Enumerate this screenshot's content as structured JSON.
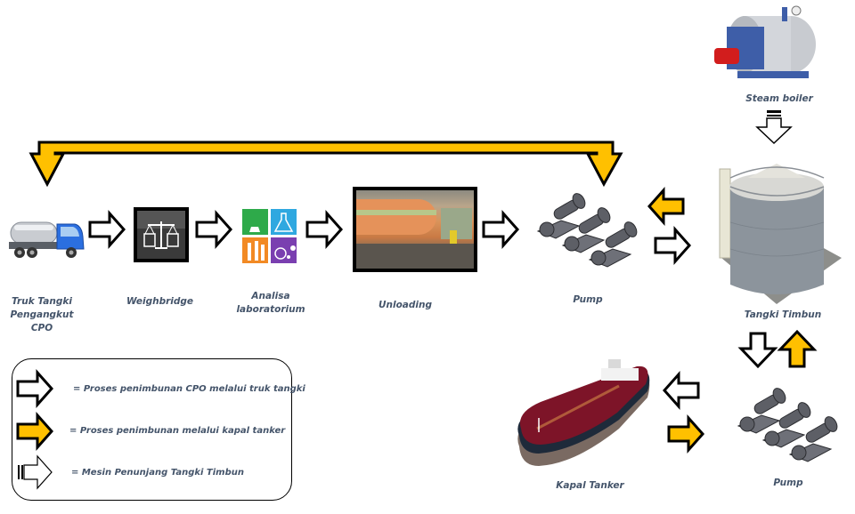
{
  "diagram": {
    "colors": {
      "label_text": "#44546a",
      "tanker_flow_arrow": "#ffc000",
      "arrow_outline": "#000000",
      "truck_flow_arrow": "#ffffff"
    },
    "nodes": [
      {
        "id": "truck",
        "label": "Truk Tangki Pengangkut CPO",
        "label_lines": [
          "Truk Tangki",
          "Pengangkut",
          "CPO"
        ],
        "icon": "tank-truck-icon"
      },
      {
        "id": "weighbridge",
        "label": "Weighbridge",
        "icon": "weighbridge-scale-icon"
      },
      {
        "id": "lab",
        "label_lines": [
          "Analisa",
          "laboratorium"
        ],
        "icon": "laboratory-icon"
      },
      {
        "id": "unloading",
        "label": "Unloading",
        "icon": "unloading-photo"
      },
      {
        "id": "pump1",
        "label": "Pump",
        "icon": "pump-icon"
      },
      {
        "id": "boiler",
        "label": "Steam boiler",
        "icon": "steam-boiler-icon"
      },
      {
        "id": "tank",
        "label": "Tangki Timbun",
        "icon": "storage-tank-icon"
      },
      {
        "id": "pump2",
        "label": "Pump",
        "icon": "pump-icon"
      },
      {
        "id": "ship",
        "label": "Kapal Tanker",
        "icon": "tanker-ship-icon"
      }
    ],
    "edges": [
      {
        "from": "truck",
        "to": "weighbridge",
        "type": "truck"
      },
      {
        "from": "weighbridge",
        "to": "lab",
        "type": "truck"
      },
      {
        "from": "lab",
        "to": "unloading",
        "type": "truck"
      },
      {
        "from": "unloading",
        "to": "pump1",
        "type": "truck"
      },
      {
        "from": "pump1",
        "to": "tank",
        "type": "truck"
      },
      {
        "from": "tank",
        "to": "pump1",
        "type": "tanker"
      },
      {
        "from": "pump1",
        "to": "truck",
        "type": "tanker"
      },
      {
        "from": "boiler",
        "to": "tank",
        "type": "support"
      },
      {
        "from": "tank",
        "to": "pump2",
        "type": "truck"
      },
      {
        "from": "pump2",
        "to": "tank",
        "type": "tanker"
      },
      {
        "from": "pump2",
        "to": "ship",
        "type": "truck"
      },
      {
        "from": "ship",
        "to": "pump2",
        "type": "tanker"
      }
    ]
  },
  "legend": {
    "items": [
      {
        "symbol": "white-arrow",
        "text": "= Proses penimbunan CPO melalui truk tangki"
      },
      {
        "symbol": "yellow-arrow",
        "text": "= Proses penimbunan melalui kapal tanker"
      },
      {
        "symbol": "striped-arrow",
        "text": "= Mesin Penunjang Tangki Timbun"
      }
    ]
  }
}
